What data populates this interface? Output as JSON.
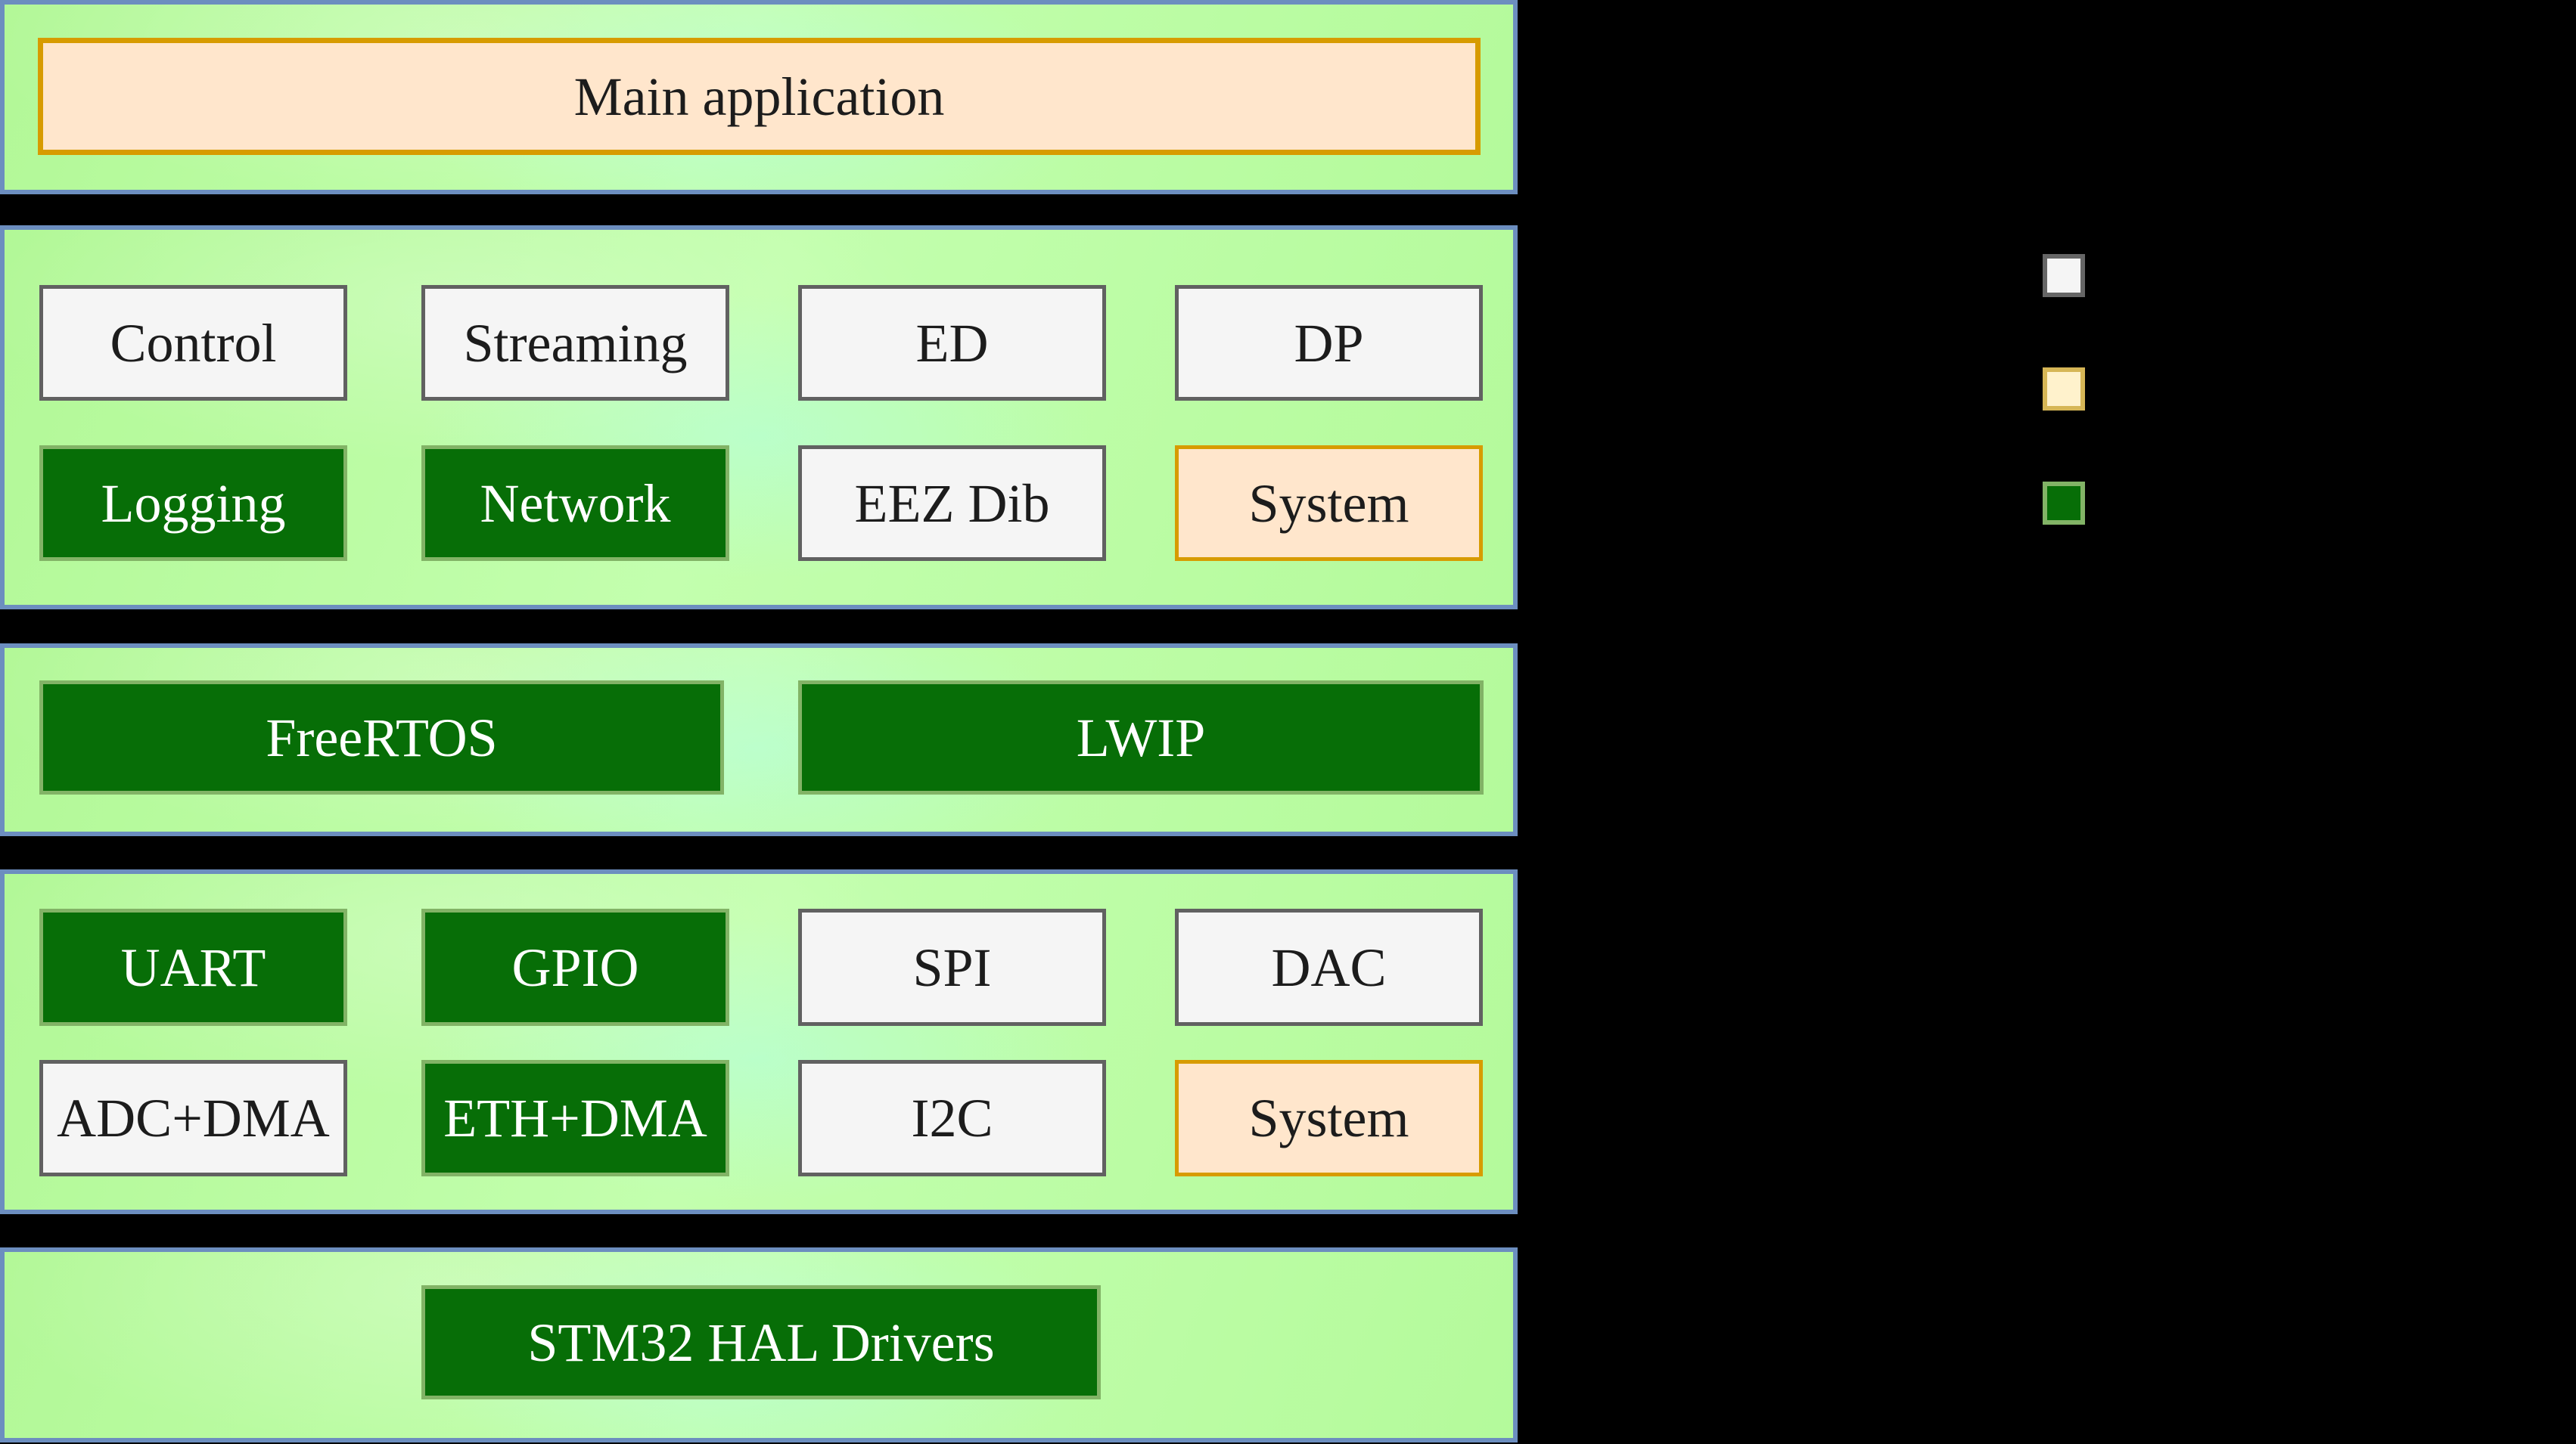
{
  "diagram": {
    "layers": {
      "application": {
        "main_box": "Main application"
      },
      "services": {
        "row1": [
          "Control",
          "Streaming",
          "ED",
          "DP"
        ],
        "row2": [
          "Logging",
          "Network",
          "EEZ Dib",
          "System"
        ]
      },
      "os": {
        "freertos": "FreeRTOS",
        "lwip": "LWIP"
      },
      "peripherals": {
        "row1": [
          "UART",
          "GPIO",
          "SPI",
          "DAC"
        ],
        "row2": [
          "ADC+DMA",
          "ETH+DMA",
          "I2C",
          "System"
        ]
      },
      "hal": {
        "main_box": "STM32 HAL Drivers"
      }
    },
    "colors": {
      "background": "#000000",
      "panel_border": "#6c8ebf",
      "panel_fill": "#b4fa9b",
      "node_green_fill": "#076e07",
      "node_green_border": "#82b366",
      "node_light_fill": "#f5f5f5",
      "node_light_border": "#616161",
      "node_peach_fill": "#ffe6cc",
      "node_peach_border": "#d79b00",
      "node_text_dark": "#1c1c1c",
      "node_text_light": "#ffffff"
    },
    "legend": {
      "swatches": [
        {
          "name": "light",
          "fill": "#f5f5f5",
          "border": "#666666"
        },
        {
          "name": "yellow",
          "fill": "#fff2cc",
          "border": "#d6b656"
        },
        {
          "name": "green",
          "fill": "#076e07",
          "border": "#82b366"
        }
      ]
    }
  }
}
